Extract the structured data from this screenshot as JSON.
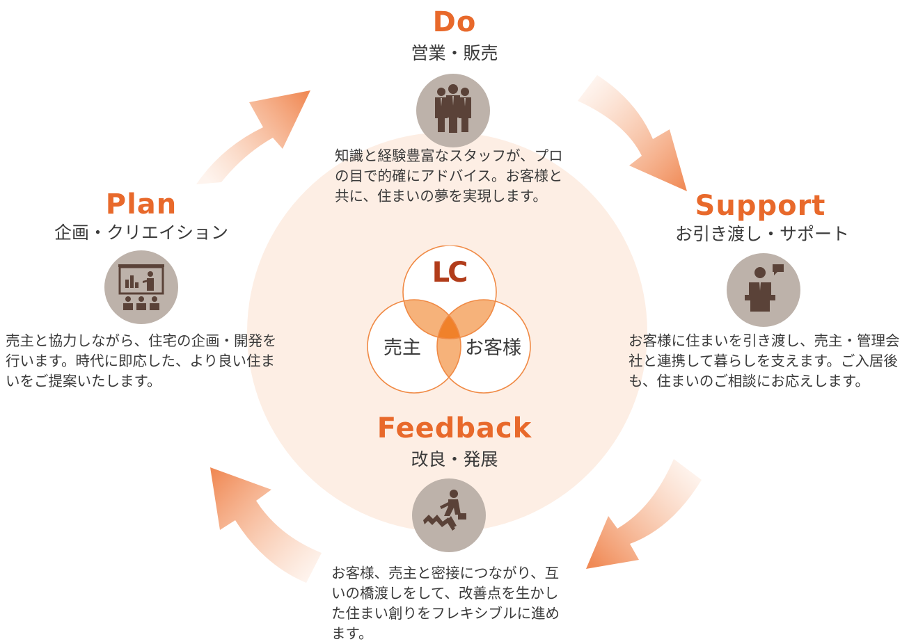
{
  "stages": {
    "do": {
      "title": "Do",
      "subtitle": "営業・販売",
      "icon": "business-team-icon",
      "description": "知識と経験豊富なスタッフが、プロの目で的確にアドバイス。お客様と共に、住まいの夢を実現します。"
    },
    "support": {
      "title": "Support",
      "subtitle": "お引き渡し・サポート",
      "icon": "consultant-speech-icon",
      "description": "お客様に住まいを引き渡し、売主・管理会社と連携して暮らしを支えます。ご入居後も、住まいのご相談にお応えします。"
    },
    "feedback": {
      "title": "Feedback",
      "subtitle": "改良・発展",
      "icon": "running-businessman-icon",
      "description": "お客様、売主と密接につながり、互いの橋渡しをして、改善点を生かした住まい創りをフレキシブルに進めます。"
    },
    "plan": {
      "title": "Plan",
      "subtitle": "企画・クリエイション",
      "icon": "presentation-audience-icon",
      "description": "売主と協力しながら、住宅の企画・開発を行います。時代に即応した、より良い住まいをご提案いたします。"
    }
  },
  "venn": {
    "top_logo": "LC",
    "left_label": "売主",
    "right_label": "お客様"
  },
  "colors": {
    "accent": "#e8692b",
    "text": "#3a3a3a",
    "background_circle": "#fdeee4",
    "icon_circle": "#bdb2aa",
    "icon_glyph": "#5a4238",
    "venn_stroke": "#f08a45",
    "venn_overlap": "#f6b27a",
    "venn_center": "#f0812a"
  }
}
